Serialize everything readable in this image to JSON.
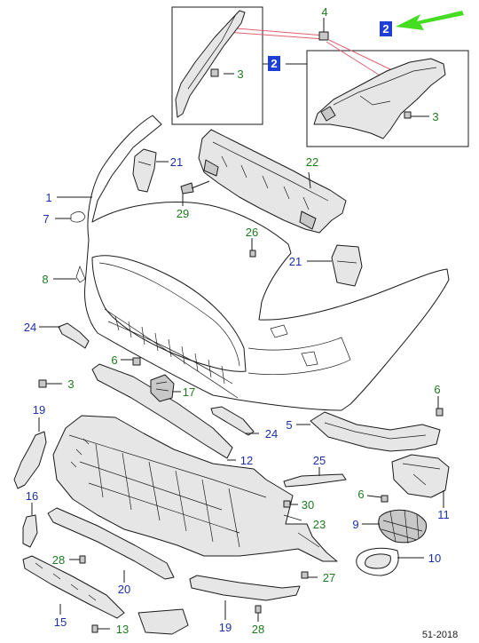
{
  "callouts": [
    {
      "id": "c4",
      "text": "4",
      "color": "#1f7a1f"
    },
    {
      "id": "c3a",
      "text": "3",
      "color": "#1f7a1f"
    },
    {
      "id": "c3b",
      "text": "3",
      "color": "#1f7a1f"
    },
    {
      "id": "c21a",
      "text": "21",
      "color": "#1c2fa8"
    },
    {
      "id": "c1",
      "text": "1",
      "color": "#1c2fa8"
    },
    {
      "id": "c22",
      "text": "22",
      "color": "#1f7a1f"
    },
    {
      "id": "c29",
      "text": "29",
      "color": "#1f7a1f"
    },
    {
      "id": "c7",
      "text": "7",
      "color": "#1c2fa8"
    },
    {
      "id": "c26",
      "text": "26",
      "color": "#1f7a1f"
    },
    {
      "id": "c21b",
      "text": "21",
      "color": "#1c2fa8"
    },
    {
      "id": "c8",
      "text": "8",
      "color": "#1f7a1f"
    },
    {
      "id": "c24a",
      "text": "24",
      "color": "#1c2fa8"
    },
    {
      "id": "c6a",
      "text": "6",
      "color": "#1f7a1f"
    },
    {
      "id": "c3c",
      "text": "3",
      "color": "#1f7a1f"
    },
    {
      "id": "c17",
      "text": "17",
      "color": "#1f7a1f"
    },
    {
      "id": "c6b",
      "text": "6",
      "color": "#1f7a1f"
    },
    {
      "id": "c19a",
      "text": "19",
      "color": "#1c2fa8"
    },
    {
      "id": "c5",
      "text": "5",
      "color": "#1c2fa8"
    },
    {
      "id": "c24b",
      "text": "24",
      "color": "#1c2fa8"
    },
    {
      "id": "c12",
      "text": "12",
      "color": "#1c2fa8"
    },
    {
      "id": "c25",
      "text": "25",
      "color": "#1c2fa8"
    },
    {
      "id": "c16",
      "text": "16",
      "color": "#1c2fa8"
    },
    {
      "id": "c6c",
      "text": "6",
      "color": "#1f7a1f"
    },
    {
      "id": "c30",
      "text": "30",
      "color": "#1f7a1f"
    },
    {
      "id": "c11",
      "text": "11",
      "color": "#1c2fa8"
    },
    {
      "id": "c9",
      "text": "9",
      "color": "#1c2fa8"
    },
    {
      "id": "c23",
      "text": "23",
      "color": "#1f7a1f"
    },
    {
      "id": "c28a",
      "text": "28",
      "color": "#1f7a1f"
    },
    {
      "id": "c10",
      "text": "10",
      "color": "#1c2fa8"
    },
    {
      "id": "c20",
      "text": "20",
      "color": "#1c2fa8"
    },
    {
      "id": "c27",
      "text": "27",
      "color": "#1f7a1f"
    },
    {
      "id": "c15",
      "text": "15",
      "color": "#1c2fa8"
    },
    {
      "id": "c13",
      "text": "13",
      "color": "#1f7a1f"
    },
    {
      "id": "c19b",
      "text": "19",
      "color": "#1c2fa8"
    },
    {
      "id": "c28b",
      "text": "28",
      "color": "#1f7a1f"
    }
  ],
  "refs": [
    {
      "id": "r2a",
      "text": "2"
    },
    {
      "id": "r2b",
      "text": "2"
    }
  ],
  "footer": {
    "code": "51-2018"
  },
  "colors": {
    "ref_box": "#1e3fd6",
    "arrow": "#44dd22",
    "leader_red": "#e06070"
  }
}
